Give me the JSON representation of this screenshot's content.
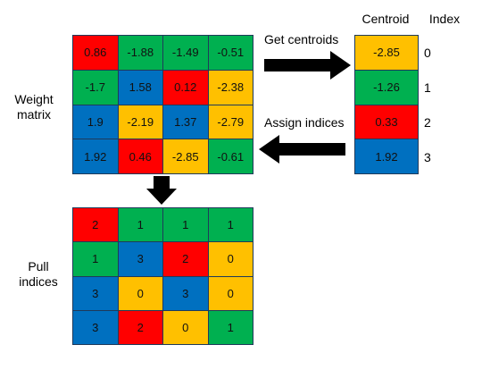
{
  "colors": {
    "red": "#ff0000",
    "green": "#00b050",
    "blue": "#0070c0",
    "yellow": "#ffc000"
  },
  "weight_matrix": {
    "label_line1": "Weight",
    "label_line2": "matrix",
    "rows": [
      [
        {
          "value": "0.86",
          "color": "red"
        },
        {
          "value": "-1.88",
          "color": "green"
        },
        {
          "value": "-1.49",
          "color": "green"
        },
        {
          "value": "-0.51",
          "color": "green"
        }
      ],
      [
        {
          "value": "-1.7",
          "color": "green"
        },
        {
          "value": "1.58",
          "color": "blue"
        },
        {
          "value": "0.12",
          "color": "red"
        },
        {
          "value": "-2.38",
          "color": "yellow"
        }
      ],
      [
        {
          "value": "1.9",
          "color": "blue"
        },
        {
          "value": "-2.19",
          "color": "yellow"
        },
        {
          "value": "1.37",
          "color": "blue"
        },
        {
          "value": "-2.79",
          "color": "yellow"
        }
      ],
      [
        {
          "value": "1.92",
          "color": "blue"
        },
        {
          "value": "0.46",
          "color": "red"
        },
        {
          "value": "-2.85",
          "color": "yellow"
        },
        {
          "value": "-0.61",
          "color": "green"
        }
      ]
    ]
  },
  "centroids": {
    "header_centroid": "Centroid",
    "header_index": "Index",
    "items": [
      {
        "value": "-2.85",
        "index": "0",
        "color": "yellow"
      },
      {
        "value": "-1.26",
        "index": "1",
        "color": "green"
      },
      {
        "value": "0.33",
        "index": "2",
        "color": "red"
      },
      {
        "value": "1.92",
        "index": "3",
        "color": "blue"
      }
    ]
  },
  "arrows": {
    "get_centroids": "Get centroids",
    "assign_indices": "Assign indices"
  },
  "pull_indices": {
    "label_line1": "Pull",
    "label_line2": "indices",
    "rows": [
      [
        {
          "value": "2",
          "color": "red"
        },
        {
          "value": "1",
          "color": "green"
        },
        {
          "value": "1",
          "color": "green"
        },
        {
          "value": "1",
          "color": "green"
        }
      ],
      [
        {
          "value": "1",
          "color": "green"
        },
        {
          "value": "3",
          "color": "blue"
        },
        {
          "value": "2",
          "color": "red"
        },
        {
          "value": "0",
          "color": "yellow"
        }
      ],
      [
        {
          "value": "3",
          "color": "blue"
        },
        {
          "value": "0",
          "color": "yellow"
        },
        {
          "value": "3",
          "color": "blue"
        },
        {
          "value": "0",
          "color": "yellow"
        }
      ],
      [
        {
          "value": "3",
          "color": "blue"
        },
        {
          "value": "2",
          "color": "red"
        },
        {
          "value": "0",
          "color": "yellow"
        },
        {
          "value": "1",
          "color": "green"
        }
      ]
    ]
  }
}
